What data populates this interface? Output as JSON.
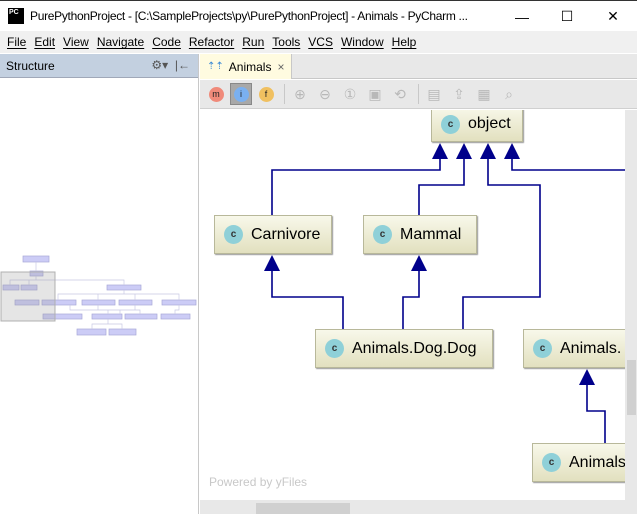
{
  "window": {
    "title": "PurePythonProject - [C:\\SampleProjects\\py\\PurePythonProject] - Animals - PyCharm ...",
    "app_icon": "PC",
    "minimize": "—",
    "maximize": "☐",
    "close": "✕"
  },
  "menu": [
    "File",
    "Edit",
    "View",
    "Navigate",
    "Code",
    "Refactor",
    "Run",
    "Tools",
    "VCS",
    "Window",
    "Help"
  ],
  "structure": {
    "title": "Structure",
    "settings_icon": "gear-icon",
    "hide_icon": "pin-left-icon"
  },
  "editor_tab": {
    "label": "Animals",
    "close": "×"
  },
  "toolbar": {
    "methods": "m",
    "info": "i",
    "fields": "f"
  },
  "diagram": {
    "nodes": {
      "object": "object",
      "carnivore": "Carnivore",
      "mammal": "Mammal",
      "dog": "Animals.Dog.Dog",
      "animals_right": "Animals.",
      "animals_bottom": "Animals"
    },
    "class_badge": "c",
    "edge_color": "#00008b",
    "watermark": "Powered by yFiles"
  }
}
